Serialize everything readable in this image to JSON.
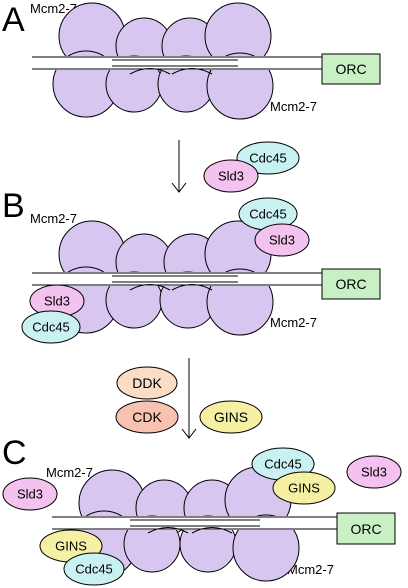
{
  "panels": [
    {
      "letter": "A",
      "mcm_top_label": "Mcm2-7",
      "mcm_bottom_label": "Mcm2-7",
      "orc_label": "ORC"
    },
    {
      "letter": "B",
      "mcm_top_label": "Mcm2-7",
      "mcm_bottom_label": "Mcm2-7",
      "orc_label": "ORC",
      "top_factors": [
        "Cdc45",
        "Sld3"
      ],
      "bottom_factors": [
        "Sld3",
        "Cdc45"
      ]
    },
    {
      "letter": "C",
      "mcm_top_label": "Mcm2-7",
      "mcm_bottom_label": "Mcm2-7",
      "orc_label": "ORC",
      "top_factors": [
        "Cdc45",
        "GINS"
      ],
      "bottom_factors": [
        "GINS",
        "Cdc45"
      ],
      "free_sld3_left": "Sld3",
      "free_sld3_right": "Sld3"
    }
  ],
  "step1": {
    "factors": [
      "Cdc45",
      "Sld3"
    ]
  },
  "step2": {
    "kinases": [
      "DDK",
      "CDK"
    ],
    "added": "GINS"
  },
  "colors": {
    "mcm": "#d7c6f0",
    "cdc45": "#c9f1f2",
    "sld3": "#f3c2ef",
    "gins": "#f6f0a4",
    "ddk": "#fbdcc4",
    "cdk": "#f7c3b0",
    "orc": "#c9efc4"
  }
}
